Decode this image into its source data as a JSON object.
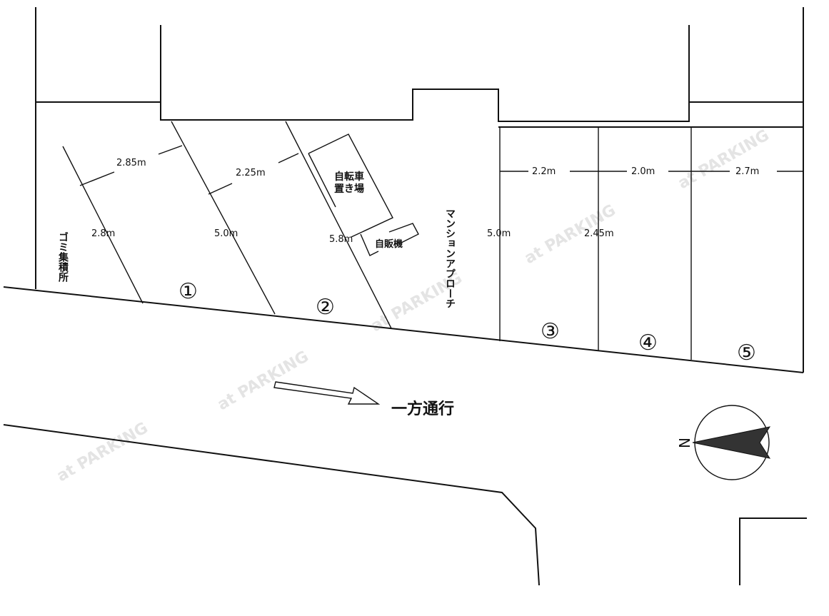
{
  "dimensions": {
    "d1": "2.85m",
    "d2": "2.25m",
    "d3": "2.2m",
    "d4": "2.0m",
    "d5": "2.7m",
    "l1": "2.8m",
    "l2": "5.0m",
    "l3": "5.8m",
    "l4": "5.0m",
    "l5": "2.45m"
  },
  "spaces": [
    "①",
    "②",
    "③",
    "④",
    "⑤"
  ],
  "labels": {
    "bicycle_line1": "自転車",
    "bicycle_line2": "置き場",
    "vending": "自販機",
    "approach": "マンションアプローチ",
    "garbage": "ゴミ集積所",
    "one_way": "一方通行",
    "north": "N"
  },
  "watermark": "at PARKING"
}
